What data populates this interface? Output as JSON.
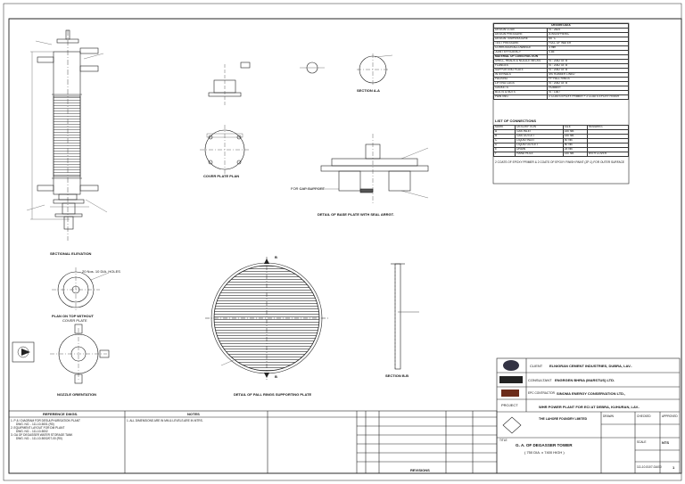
{
  "design_data": {
    "title": "DESIGN DATA",
    "rows": [
      [
        "DESIGN CODE",
        "IS : 2825"
      ],
      [
        "DESIGN PRESSURE",
        "ATMOSPHERIC"
      ],
      [
        "DESIGN TEMPERATURE",
        "65 °C"
      ],
      [
        "TEST PRESSURE",
        "FULL OF WATER"
      ],
      [
        "CORROSION ALLOWANCE",
        "3 mm"
      ],
      [
        "JOINT EFFICIENCY",
        "0.85"
      ]
    ]
  },
  "material_rows": [
    [
      "MATERIAL OF CONSTRUCTION",
      ""
    ],
    [
      "SHELL, HEADS & NOZZLE NECKS",
      "IS : 2062 Gr. B"
    ],
    [
      "FLANGES",
      "IS : 2062 Gr. B"
    ],
    [
      "SUPPORTING PLATE",
      "IS : 2062 Gr. B"
    ],
    [
      "INTERNALS",
      "MS RUBBER LINED"
    ],
    [
      "PACKING",
      "PP PALL RINGS"
    ],
    [
      "LIFTING LUGS",
      "IS : 2062 Gr. B"
    ],
    [
      "GASKETS",
      "RUBBER"
    ],
    [
      "BOLTS & NUTS",
      "IS : 1367"
    ],
    [
      "PAINTING",
      "2 COATS EPOXY PRIMER + 2 COATS EPOXY FINISH"
    ]
  ],
  "connections": {
    "title": "LIST OF CONNECTIONS",
    "headers": [
      "MARK",
      "DESCRIPTION",
      "SIZE",
      "REMARKS"
    ],
    "rows": [
      [
        "A",
        "GAS INLET",
        "150 NB",
        ""
      ],
      [
        "B",
        "GAS OUTLET",
        "150 NB",
        ""
      ],
      [
        "C",
        "LIQUID INLET",
        "50 NB",
        ""
      ],
      [
        "D",
        "LIQUID OUTLET",
        "80 NB",
        ""
      ],
      [
        "E",
        "DRAIN",
        "25 NB",
        ""
      ],
      [
        "F",
        "HAND HOLE",
        "150 NB",
        "WITH COVER"
      ]
    ],
    "note": "2 COATS OF EPOXY PRIMER & 2 COATS OF EPOXY FINISH PAINT (ZP-1) FOR OUTER SURFACE"
  },
  "drawing": {
    "sectional_elevation": "SECTIONAL ELEVATION",
    "plan_on_top": "PLAN ON TOP WITHOUT",
    "cover_plate": "COVER PLATE",
    "nozzle_orientation": "NOZZLE ORIENTATION",
    "cover_plate_plan": "COVER PLATE PLAN",
    "section_a": "SECTION A-A",
    "base_plate_detail": "DETAIL OF BASE PLATE WITH SEAL ARRGT.",
    "pall_rings_detail": "DETAIL OF PALL RINGS SUPPORTING PLATE",
    "section_bb": "SECTION B-B",
    "label_b": "B",
    "cap_support": "FOR CAP SUPPORT",
    "note_holes": "20 Nos. 10 DIA. HOLES"
  },
  "reference": {
    "title": "REFERENCE DWGS.",
    "items": [
      "1. P & I DIAGRAM FOR DESULPHURISATION PLANT",
      "DWG. NO. - 111-10-5001 (R0)",
      "2. EQUIPMENT LAYOUT FOR DM PLANT",
      "DWG. NO. - 111-10-5002",
      "3. GA OF DEGASSER WATER STORAGE TANK",
      "DWG. NO. - 111-10-5002/07-00 (R0)"
    ]
  },
  "notes": {
    "title": "NOTES",
    "items": [
      "1. ALL DIMENSIONS ARE IN MM & LEVELS ARE IN MTRS."
    ]
  },
  "revisions": {
    "title": "REVISIONS"
  },
  "title_block": {
    "client_label": "CLIENT",
    "client": "ELNIGRAN CEMENT INDUSTRIES, DUBRA, LAV..",
    "consultant_label": "CONSULTANT",
    "consultant": "ENGRGEN BHRIA (MARSTUS) LTD.",
    "epc_label": "EPC CONTRACTOR",
    "epc": "SINOMA ENERGY CONSERVATION LTD.,",
    "project_label": "PROJECT",
    "project": "WHR POWER PLANT FOR ECI AT DEBRA, KUHURAN, LAV..",
    "company": "THE LAHORE FOUNDRY LIMITED",
    "title_label": "TITLE",
    "title": "G. A. OF DEGASSER TOWER",
    "subtitle": "( 750 DIA. x 7400 HIGH )",
    "drawn": "DRAWN",
    "checked": "CHECKED",
    "approved": "APPROVED",
    "scale": "SCALE",
    "scale_value": "NTS",
    "drg_no": "111-10-5107-GA/00",
    "sheet": "1"
  },
  "colors": {
    "line": "#222222",
    "hatch": "#555555",
    "paper": "#ffffff"
  }
}
